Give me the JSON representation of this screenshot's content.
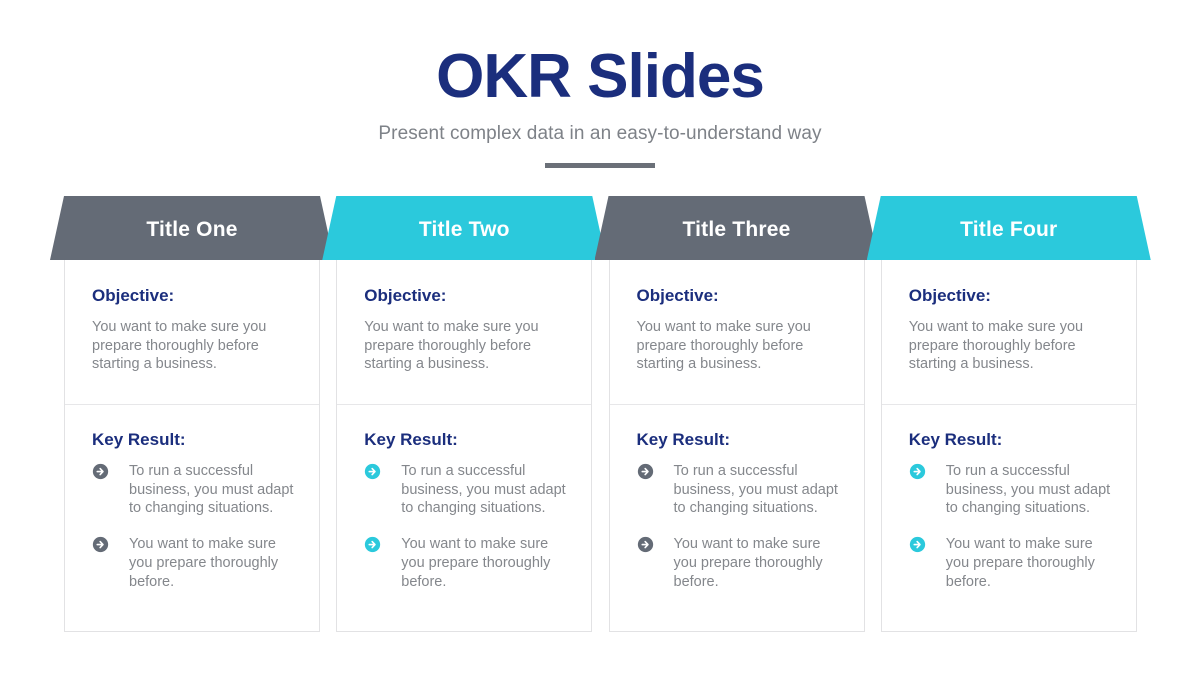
{
  "header": {
    "title": "OKR Slides",
    "subtitle": "Present complex data in an easy-to-understand way"
  },
  "colors": {
    "navy": "#1b2e7d",
    "gray": "#646b76",
    "cyan": "#2bc9dc",
    "body_text": "#84878c",
    "border": "#e2e2e4"
  },
  "labels": {
    "objective_title": "Objective:",
    "key_result_title": "Key Result:"
  },
  "columns": [
    {
      "title": "Title One",
      "accent": "#646b76",
      "objective": "You want to make sure you prepare thoroughly before starting a business.",
      "key_results": [
        "To run a successful business, you must adapt to changing situations.",
        "You want to make sure you prepare thoroughly before."
      ]
    },
    {
      "title": "Title Two",
      "accent": "#2bc9dc",
      "objective": "You want to make sure you prepare thoroughly before starting a business.",
      "key_results": [
        "To run a successful business, you must adapt to changing situations.",
        "You want to make sure you prepare thoroughly before."
      ]
    },
    {
      "title": "Title Three",
      "accent": "#646b76",
      "objective": "You want to make sure you prepare thoroughly before starting a business.",
      "key_results": [
        "To run a successful business, you must adapt to changing situations.",
        "You want to make sure you prepare thoroughly before."
      ]
    },
    {
      "title": "Title Four",
      "accent": "#2bc9dc",
      "objective": "You want to make sure you prepare thoroughly before starting a business.",
      "key_results": [
        "To run a successful business, you must adapt to changing situations.",
        "You want to make sure you prepare thoroughly before."
      ]
    }
  ],
  "icons": {
    "bullet": "circle-arrow-right-icon"
  }
}
